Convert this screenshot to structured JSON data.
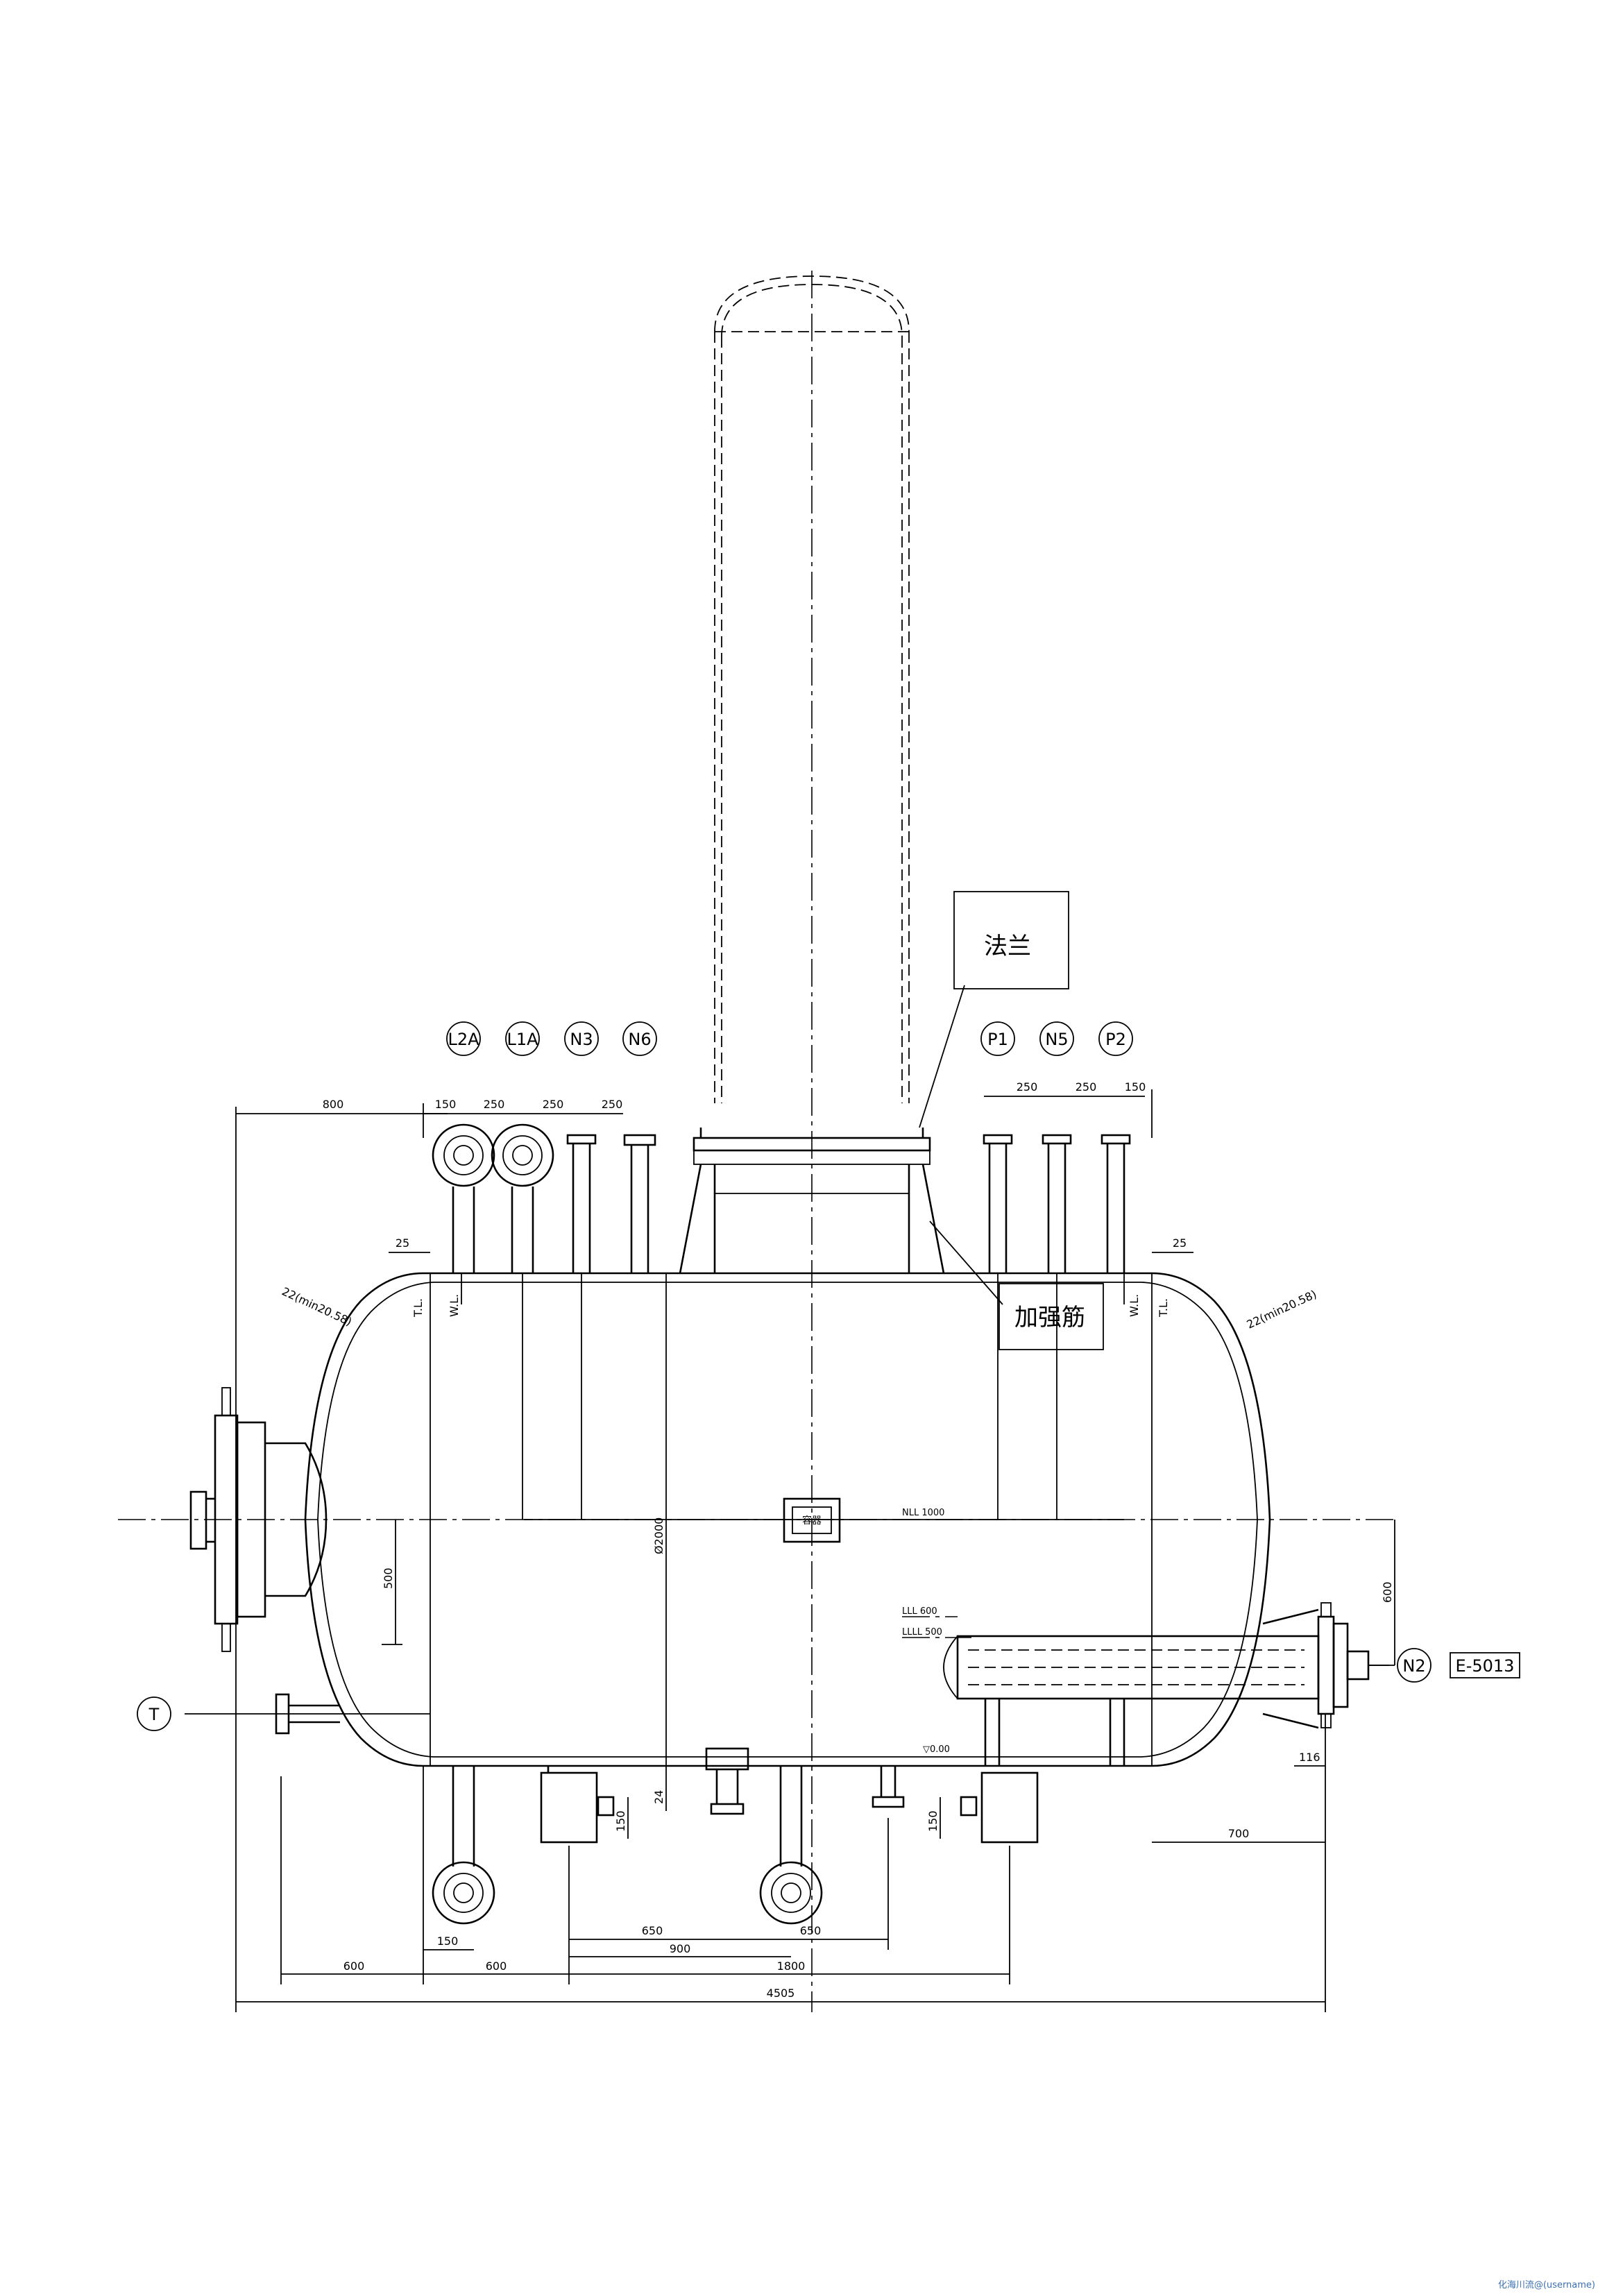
{
  "nozzles": {
    "L2A": "L2A",
    "L1A": "L1A",
    "N3": "N3",
    "N6": "N6",
    "P1": "P1",
    "N5": "N5",
    "P2": "P2",
    "N2": "N2",
    "T": "T"
  },
  "callouts": {
    "flange": "法兰",
    "rib": "加强筋",
    "equipment": "E-5013",
    "center_tag": "容器"
  },
  "dimensions": {
    "d800": "800",
    "d150_top": "150",
    "d250_a": "250",
    "d250_b": "250",
    "d250_c": "250",
    "d250_d": "250",
    "d250_e": "250",
    "d150_tr": "150",
    "d25_left": "25",
    "d25_right": "25",
    "shell_left": "22(min20.58)",
    "shell_right": "22(min20.58)",
    "dia": "Ø2000",
    "nll": "NLL 1000",
    "lll": "LLL 600",
    "llll": "LLLL 500",
    "level0": "▽0.00",
    "d500": "500",
    "d600_right": "600",
    "d116": "116",
    "d700": "700",
    "d24": "24",
    "d150_b1": "150",
    "d150_b2": "150",
    "d150_b3": "150",
    "d650_a": "650",
    "d650_b": "650",
    "d900": "900",
    "d1800": "1800",
    "d600_a": "600",
    "d600_b": "600",
    "d4505": "4505",
    "tl": "T.L.",
    "wl": "W.L."
  },
  "watermark": "化海川流@(username)"
}
